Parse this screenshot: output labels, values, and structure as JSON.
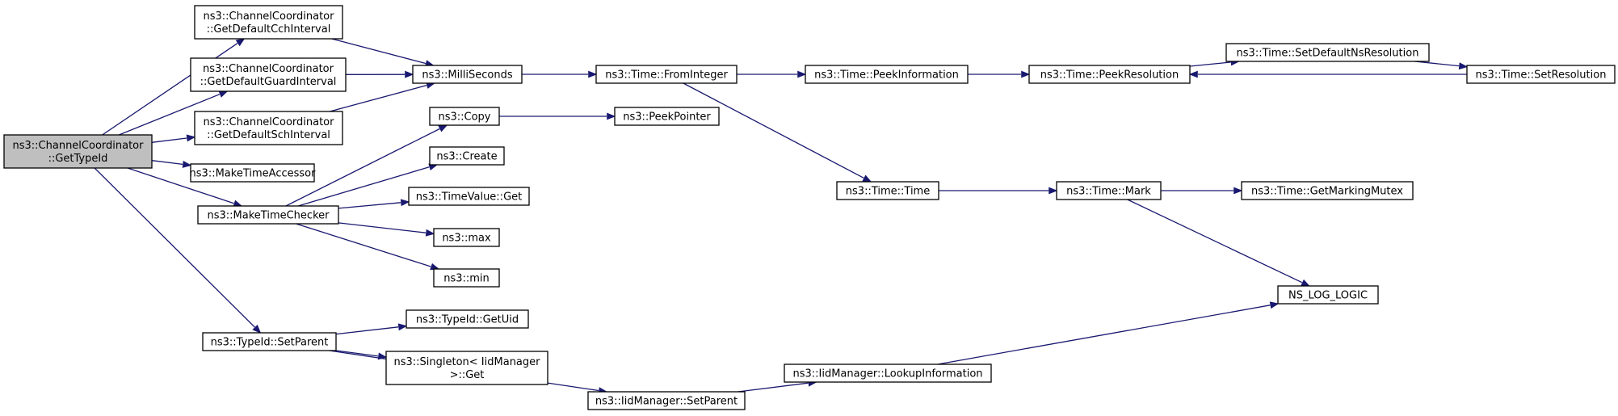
{
  "graph": {
    "nodes": [
      {
        "id": "root",
        "lines": [
          "ns3::ChannelCoordinator",
          "::GetTypeId"
        ],
        "highlight": true
      },
      {
        "id": "cch",
        "lines": [
          "ns3::ChannelCoordinator",
          "::GetDefaultCchInterval"
        ]
      },
      {
        "id": "guard",
        "lines": [
          "ns3::ChannelCoordinator",
          "::GetDefaultGuardInterval"
        ]
      },
      {
        "id": "sch",
        "lines": [
          "ns3::ChannelCoordinator",
          "::GetDefaultSchInterval"
        ]
      },
      {
        "id": "mta",
        "lines": [
          "ns3::MakeTimeAccessor"
        ]
      },
      {
        "id": "mtc",
        "lines": [
          "ns3::MakeTimeChecker"
        ]
      },
      {
        "id": "setparent",
        "lines": [
          "ns3::TypeId::SetParent"
        ]
      },
      {
        "id": "milli",
        "lines": [
          "ns3::MilliSeconds"
        ]
      },
      {
        "id": "copy",
        "lines": [
          "ns3::Copy"
        ]
      },
      {
        "id": "create",
        "lines": [
          "ns3::Create"
        ]
      },
      {
        "id": "tvget",
        "lines": [
          "ns3::TimeValue::Get"
        ]
      },
      {
        "id": "max",
        "lines": [
          "ns3::max"
        ]
      },
      {
        "id": "min",
        "lines": [
          "ns3::min"
        ]
      },
      {
        "id": "getuid",
        "lines": [
          "ns3::TypeId::GetUid"
        ]
      },
      {
        "id": "singleton",
        "lines": [
          "ns3::Singleton< IidManager",
          ">::Get"
        ]
      },
      {
        "id": "iidsetparent",
        "lines": [
          "ns3::IidManager::SetParent"
        ]
      },
      {
        "id": "frominteger",
        "lines": [
          "ns3::Time::FromInteger"
        ]
      },
      {
        "id": "peekpointer",
        "lines": [
          "ns3::PeekPointer"
        ]
      },
      {
        "id": "peekinfo",
        "lines": [
          "ns3::Time::PeekInformation"
        ]
      },
      {
        "id": "timetime",
        "lines": [
          "ns3::Time::Time"
        ]
      },
      {
        "id": "lookupinfo",
        "lines": [
          "ns3::IidManager::LookupInformation"
        ]
      },
      {
        "id": "peekres",
        "lines": [
          "ns3::Time::PeekResolution"
        ]
      },
      {
        "id": "mark",
        "lines": [
          "ns3::Time::Mark"
        ]
      },
      {
        "id": "setdefns",
        "lines": [
          "ns3::Time::SetDefaultNsResolution"
        ]
      },
      {
        "id": "getmarking",
        "lines": [
          "ns3::Time::GetMarkingMutex"
        ]
      },
      {
        "id": "nslog",
        "lines": [
          "NS_LOG_LOGIC"
        ]
      },
      {
        "id": "setres",
        "lines": [
          "ns3::Time::SetResolution"
        ]
      }
    ],
    "edges": [
      {
        "from": "root",
        "to": "cch"
      },
      {
        "from": "root",
        "to": "guard"
      },
      {
        "from": "root",
        "to": "sch"
      },
      {
        "from": "root",
        "to": "mta"
      },
      {
        "from": "root",
        "to": "mtc"
      },
      {
        "from": "root",
        "to": "setparent"
      },
      {
        "from": "cch",
        "to": "milli"
      },
      {
        "from": "guard",
        "to": "milli"
      },
      {
        "from": "sch",
        "to": "milli"
      },
      {
        "from": "milli",
        "to": "frominteger"
      },
      {
        "from": "frominteger",
        "to": "peekinfo"
      },
      {
        "from": "frominteger",
        "to": "timetime"
      },
      {
        "from": "peekinfo",
        "to": "peekres"
      },
      {
        "from": "peekres",
        "to": "setdefns"
      },
      {
        "from": "setdefns",
        "to": "setres"
      },
      {
        "from": "setres",
        "to": "peekres"
      },
      {
        "from": "mtc",
        "to": "copy"
      },
      {
        "from": "mtc",
        "to": "create"
      },
      {
        "from": "mtc",
        "to": "tvget"
      },
      {
        "from": "mtc",
        "to": "max"
      },
      {
        "from": "mtc",
        "to": "min"
      },
      {
        "from": "copy",
        "to": "peekpointer"
      },
      {
        "from": "timetime",
        "to": "mark"
      },
      {
        "from": "mark",
        "to": "getmarking"
      },
      {
        "from": "mark",
        "to": "nslog"
      },
      {
        "from": "setparent",
        "to": "getuid"
      },
      {
        "from": "setparent",
        "to": "singleton"
      },
      {
        "from": "setparent",
        "to": "iidsetparent"
      },
      {
        "from": "iidsetparent",
        "to": "lookupinfo"
      },
      {
        "from": "lookupinfo",
        "to": "nslog"
      }
    ]
  }
}
